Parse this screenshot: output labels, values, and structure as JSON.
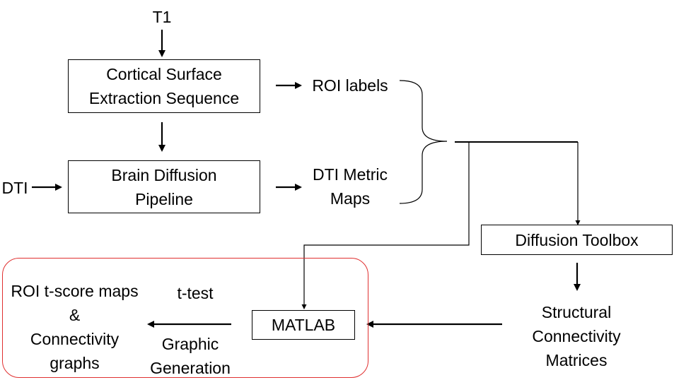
{
  "nodes": {
    "t1": {
      "text": "T1"
    },
    "dti": {
      "text": "DTI"
    },
    "cortical": {
      "line1": "Cortical Surface",
      "line2": "Extraction Sequence"
    },
    "brain_diffusion": {
      "line1": "Brain Diffusion",
      "line2": "Pipeline"
    },
    "roi_labels": {
      "text": "ROI labels"
    },
    "dti_metric": {
      "line1": "DTI Metric",
      "line2": "Maps"
    },
    "diffusion_toolbox": {
      "text": "Diffusion Toolbox"
    },
    "structural": {
      "line1": "Structural",
      "line2": "Connectivity",
      "line3": "Matrices"
    },
    "matlab": {
      "text": "MATLAB"
    },
    "ttest": {
      "text": "t-test"
    },
    "graphic": {
      "line1": "Graphic",
      "line2": "Generation"
    },
    "roi_tscore": {
      "line1": "ROI t-score maps",
      "line2": "&",
      "line3": "Connectivity",
      "line4": "graphs"
    }
  },
  "colors": {
    "line": "#000000",
    "group_border": "#e03030"
  }
}
